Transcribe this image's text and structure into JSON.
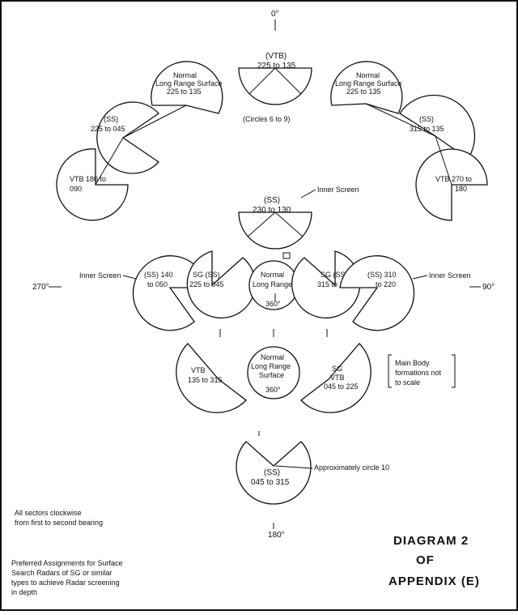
{
  "bearings": {
    "top": "0°",
    "left": "270°",
    "right": "90°",
    "bottom": "180°"
  },
  "circles": {
    "top": {
      "l1": "(VTB)",
      "l2": "225 to 135"
    },
    "nlrs_left": {
      "l1": "Normal",
      "l2": "Long Range Surface",
      "l3": "225 to 135"
    },
    "nlrs_right": {
      "l1": "Normal",
      "l2": "Long Range Surface",
      "l3": "225 to 135"
    },
    "ss_left": {
      "l1": "(SS)",
      "l2": "225 to 045"
    },
    "ss_right": {
      "l1": "(SS)",
      "l2": "315 to 135"
    },
    "vtb_left": {
      "l1": "VTB  180 to",
      "l2": "090"
    },
    "vtb_right": {
      "l1": "VTB  270 to",
      "l2": "180"
    },
    "inner_mid": {
      "l1": "(SS)",
      "l2": "230 to 130"
    },
    "ss140": {
      "l1": "(SS) 140",
      "l2": "to 050"
    },
    "sg_left": {
      "l1": "SG  (SS)",
      "l2": "225 to 045"
    },
    "center_nlr": {
      "l1": "Normal",
      "l2": "Long Range",
      "l3": "360°"
    },
    "sg_right": {
      "l1": "SG  (SS)",
      "l2": "315 to 135"
    },
    "ss310": {
      "l1": "(SS) 310",
      "l2": "to 220"
    },
    "vtb_low_left": {
      "l1": "VTB",
      "l2": "135 to 315"
    },
    "center_low": {
      "l1": "Normal",
      "l2": "Long Range",
      "l3": "Surface",
      "l4": "360°"
    },
    "sg_vtb_right": {
      "l1": "SG",
      "l2": "VTB",
      "l3": "045 to 225"
    },
    "bottom_ss": {
      "l1": "(SS)",
      "l2": "045 to 315"
    }
  },
  "annotations": {
    "circles_note": "(Circles  6  to  9)",
    "inner_screen_top": "Inner Screen",
    "inner_screen_left": "Inner Screen",
    "inner_screen_right": "Inner Screen",
    "main_body": [
      "Main Body",
      "formations not",
      "to scale"
    ],
    "approx_circle": "Approximately circle 10",
    "clockwise": [
      "All sectors clockwise",
      "from first to second bearing"
    ],
    "preferred": [
      "Preferred Assignments for Surface",
      "Search Radars of SG or similar",
      "types to achieve Radar screening",
      "in depth"
    ]
  },
  "title_block": {
    "line1": "DIAGRAM  2",
    "line2": "OF",
    "line3": "APPENDIX (E)"
  }
}
